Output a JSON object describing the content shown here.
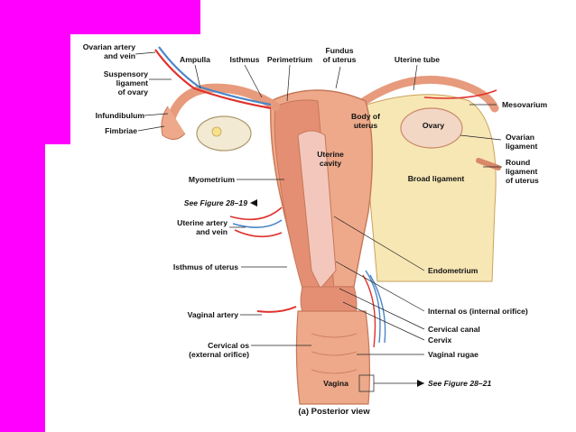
{
  "colors": {
    "slide_accent": "#ff00ff",
    "uterus": "#eda98a",
    "uterus_dark": "#d9886a",
    "cavity": "#f3c7bb",
    "artery": "#e0312c",
    "vein": "#4a86c8",
    "broad_ligament": "#f7e7b5",
    "ovary": "#f2ead2"
  },
  "labels": {
    "ovarian_artery": "Ovarian artery\nand vein",
    "suspensory": "Suspensory\nligament\nof ovary",
    "infundibulum": "Infundibulum",
    "fimbriae": "Fimbriae",
    "ampulla": "Ampulla",
    "isthmus": "Isthmus",
    "perimetrium": "Perimetrium",
    "fundus": "Fundus\nof uterus",
    "uterine_tube": "Uterine tube",
    "mesovarium": "Mesovarium",
    "body_of_uterus": "Body of\nuterus",
    "ovary": "Ovary",
    "ovarian_ligament": "Ovarian\nligament",
    "round_ligament": "Round\nligament\nof uterus",
    "uterine_cavity": "Uterine\ncavity",
    "broad_ligament": "Broad ligament",
    "myometrium": "Myometrium",
    "see_fig_19": "See Figure 28–19",
    "uterine_artery": "Uterine artery\nand vein",
    "endometrium": "Endometrium",
    "isthmus_of_uterus": "Isthmus of uterus",
    "internal_os": "Internal os (internal orifice)",
    "vaginal_artery": "Vaginal artery",
    "cervical_canal": "Cervical canal",
    "cervix": "Cervix",
    "cervical_os": "Cervical os\n(external orifice)",
    "vaginal_rugae": "Vaginal rugae",
    "vagina": "Vagina",
    "see_fig_21": "See Figure 28–21",
    "caption": "(a) Posterior view"
  }
}
